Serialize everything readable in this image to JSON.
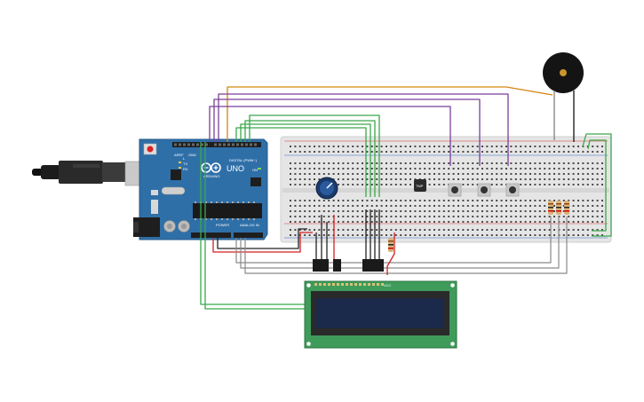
{
  "board": {
    "model": "UNO",
    "brand": "ARDUINO",
    "digital_header": "DIGITAL (PWM~)",
    "power_header": "POWER",
    "analog_header": "ANALOG IN",
    "aref": "AREF",
    "gnd": "GND",
    "tx": "TX",
    "rx": "RX",
    "l": "L",
    "on": "ON"
  },
  "ic_label": "TMP",
  "lcd_pin_label": "VCC",
  "colors": {
    "board_blue": "#2f6fa8",
    "breadboard": "#e5e5e5",
    "wire_green": "#3aa84a",
    "wire_purple": "#7b3f9a",
    "wire_orange": "#d4860f",
    "wire_gray": "#8a8a8a",
    "wire_red": "#d32020",
    "wire_black": "#222222",
    "lcd_green": "#3f9b5a",
    "lcd_screen": "#1b2a4a"
  }
}
